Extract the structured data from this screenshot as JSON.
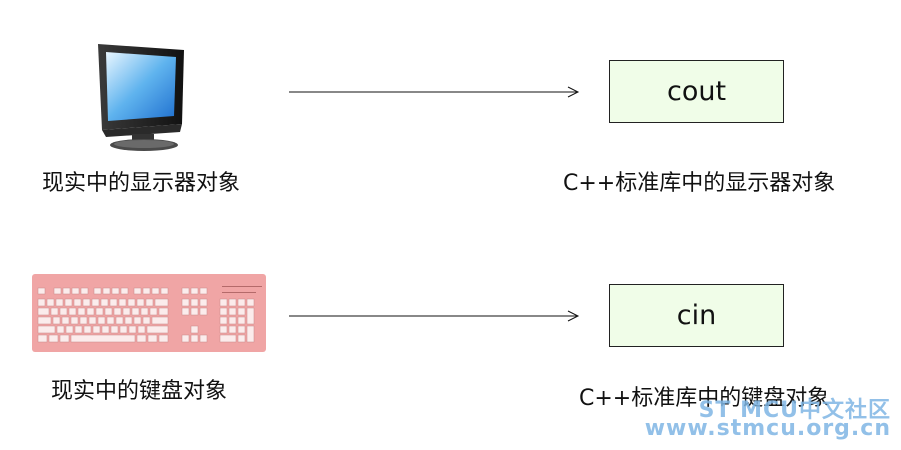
{
  "rows": [
    {
      "real_label": "现实中的显示器对象",
      "object_name": "cout",
      "std_label": "C++标准库中的显示器对象",
      "device_icon": "monitor-icon"
    },
    {
      "real_label": "现实中的键盘对象",
      "object_name": "cin",
      "std_label": "C++标准库中的键盘对象",
      "device_icon": "keyboard-icon"
    }
  ],
  "watermark": {
    "title": "ST MCU中文社区",
    "url": "www.stmcu.org.cn"
  },
  "colors": {
    "box_fill": "#f0fde8",
    "keyboard_body": "#f0a5a5",
    "watermark": "#7fb6e4"
  }
}
